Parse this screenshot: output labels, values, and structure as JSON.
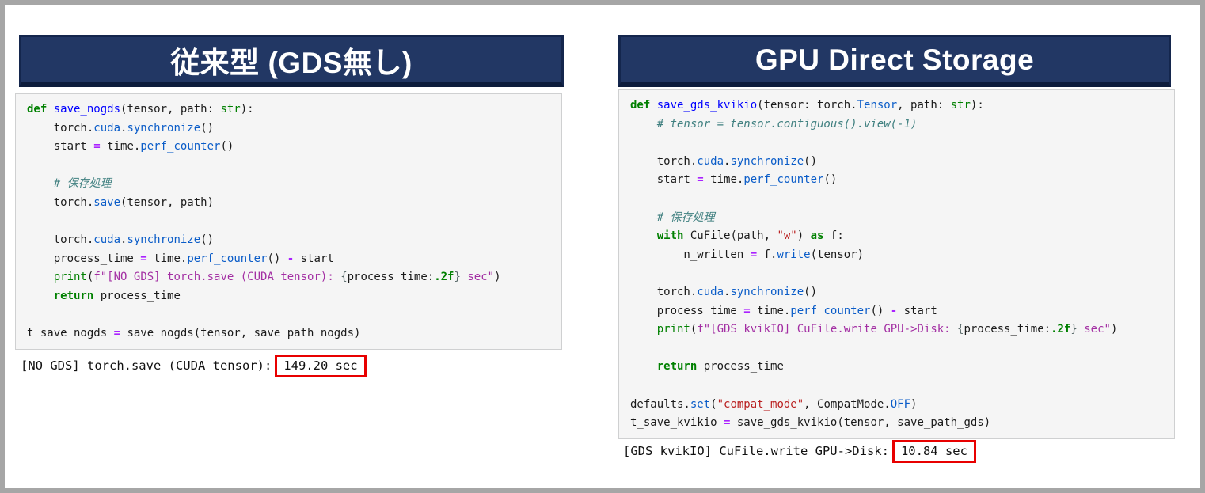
{
  "colors": {
    "header_bg": "#223764",
    "header_border": "#14264d",
    "header_border_bottom": "#0d1c3c",
    "code_bg": "#f5f5f5",
    "code_border": "#cfd0d1",
    "frame": "#a6a6a6",
    "highlight_box": "#e80000",
    "tokens": {
      "kw": "#008000",
      "bi": "#008000",
      "def": "#0000ff",
      "prop": "#0a5cc8",
      "str": "#ba2121",
      "fstr": "#a32fa3",
      "com": "#408080",
      "op": "#aa22ff",
      "fmt": "#008000",
      "br": "#5a6a6a"
    }
  },
  "panels": [
    {
      "id": "nogds",
      "title": "従来型 (GDS無し)",
      "code": [
        [
          [
            "kw",
            "def "
          ],
          [
            "def",
            "save_nogds"
          ],
          [
            "p",
            "(tensor, path: "
          ],
          [
            "bi",
            "str"
          ],
          [
            "p",
            "):"
          ]
        ],
        [
          [
            "p",
            "    torch."
          ],
          [
            "prop",
            "cuda"
          ],
          [
            "p",
            "."
          ],
          [
            "prop",
            "synchronize"
          ],
          [
            "p",
            "()"
          ]
        ],
        [
          [
            "p",
            "    start "
          ],
          [
            "op",
            "="
          ],
          [
            "p",
            " time."
          ],
          [
            "prop",
            "perf_counter"
          ],
          [
            "p",
            "()"
          ]
        ],
        [],
        [
          [
            "com",
            "    # 保存処理"
          ]
        ],
        [
          [
            "p",
            "    torch."
          ],
          [
            "prop",
            "save"
          ],
          [
            "p",
            "(tensor, path)"
          ]
        ],
        [],
        [
          [
            "p",
            "    torch."
          ],
          [
            "prop",
            "cuda"
          ],
          [
            "p",
            "."
          ],
          [
            "prop",
            "synchronize"
          ],
          [
            "p",
            "()"
          ]
        ],
        [
          [
            "p",
            "    process_time "
          ],
          [
            "op",
            "="
          ],
          [
            "p",
            " time."
          ],
          [
            "prop",
            "perf_counter"
          ],
          [
            "p",
            "() "
          ],
          [
            "op",
            "-"
          ],
          [
            "p",
            " start"
          ]
        ],
        [
          [
            "p",
            "    "
          ],
          [
            "bi",
            "print"
          ],
          [
            "p",
            "("
          ],
          [
            "fstr",
            "f\"[NO GDS] torch.save (CUDA tensor): "
          ],
          [
            "br",
            "{"
          ],
          [
            "p",
            "process_time:"
          ],
          [
            "fmt",
            ".2f"
          ],
          [
            "br",
            "}"
          ],
          [
            "fstr",
            " sec\""
          ],
          [
            "p",
            ")"
          ]
        ],
        [
          [
            "kw",
            "    return"
          ],
          [
            "p",
            " process_time"
          ]
        ],
        [],
        [
          [
            "p",
            "t_save_nogds "
          ],
          [
            "op",
            "="
          ],
          [
            "p",
            " save_nogds(tensor, save_path_nogds)"
          ]
        ]
      ],
      "output": {
        "label": "[NO GDS] torch.save (CUDA tensor):",
        "value": "149.20 sec"
      }
    },
    {
      "id": "gds",
      "title": "GPU Direct Storage",
      "code": [
        [
          [
            "kw",
            "def "
          ],
          [
            "def",
            "save_gds_kvikio"
          ],
          [
            "p",
            "(tensor: torch."
          ],
          [
            "prop",
            "Tensor"
          ],
          [
            "p",
            ", path: "
          ],
          [
            "bi",
            "str"
          ],
          [
            "p",
            "):"
          ]
        ],
        [
          [
            "com",
            "    # tensor = tensor.contiguous().view(-1)"
          ]
        ],
        [],
        [
          [
            "p",
            "    torch."
          ],
          [
            "prop",
            "cuda"
          ],
          [
            "p",
            "."
          ],
          [
            "prop",
            "synchronize"
          ],
          [
            "p",
            "()"
          ]
        ],
        [
          [
            "p",
            "    start "
          ],
          [
            "op",
            "="
          ],
          [
            "p",
            " time."
          ],
          [
            "prop",
            "perf_counter"
          ],
          [
            "p",
            "()"
          ]
        ],
        [],
        [
          [
            "com",
            "    # 保存処理"
          ]
        ],
        [
          [
            "kw",
            "    with"
          ],
          [
            "p",
            " CuFile(path, "
          ],
          [
            "str",
            "\"w\""
          ],
          [
            "p",
            ") "
          ],
          [
            "kw",
            "as"
          ],
          [
            "p",
            " f:"
          ]
        ],
        [
          [
            "p",
            "        n_written "
          ],
          [
            "op",
            "="
          ],
          [
            "p",
            " f."
          ],
          [
            "prop",
            "write"
          ],
          [
            "p",
            "(tensor)"
          ]
        ],
        [],
        [
          [
            "p",
            "    torch."
          ],
          [
            "prop",
            "cuda"
          ],
          [
            "p",
            "."
          ],
          [
            "prop",
            "synchronize"
          ],
          [
            "p",
            "()"
          ]
        ],
        [
          [
            "p",
            "    process_time "
          ],
          [
            "op",
            "="
          ],
          [
            "p",
            " time."
          ],
          [
            "prop",
            "perf_counter"
          ],
          [
            "p",
            "() "
          ],
          [
            "op",
            "-"
          ],
          [
            "p",
            " start"
          ]
        ],
        [
          [
            "p",
            "    "
          ],
          [
            "bi",
            "print"
          ],
          [
            "p",
            "("
          ],
          [
            "fstr",
            "f\"[GDS kvikIO] CuFile.write GPU->Disk: "
          ],
          [
            "br",
            "{"
          ],
          [
            "p",
            "process_time:"
          ],
          [
            "fmt",
            ".2f"
          ],
          [
            "br",
            "}"
          ],
          [
            "fstr",
            " sec\""
          ],
          [
            "p",
            ")"
          ]
        ],
        [],
        [
          [
            "kw",
            "    return"
          ],
          [
            "p",
            " process_time"
          ]
        ],
        [],
        [
          [
            "p",
            "defaults."
          ],
          [
            "prop",
            "set"
          ],
          [
            "p",
            "("
          ],
          [
            "str",
            "\"compat_mode\""
          ],
          [
            "p",
            ", CompatMode."
          ],
          [
            "prop",
            "OFF"
          ],
          [
            "p",
            ")"
          ]
        ],
        [
          [
            "p",
            "t_save_kvikio "
          ],
          [
            "op",
            "="
          ],
          [
            "p",
            " save_gds_kvikio(tensor, save_path_gds)"
          ]
        ]
      ],
      "output": {
        "label": "[GDS kvikIO] CuFile.write GPU->Disk:",
        "value": "10.84 sec"
      }
    }
  ]
}
